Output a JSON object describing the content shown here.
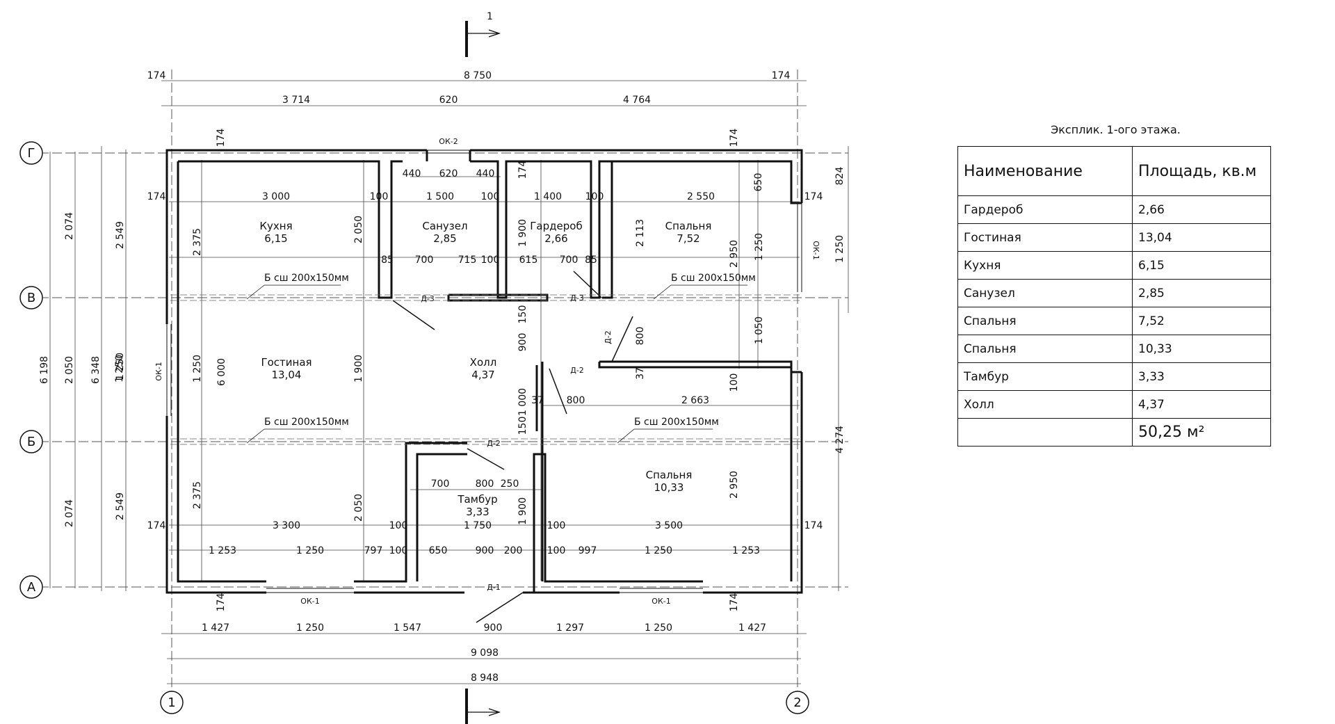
{
  "section_mark": "1",
  "axes": {
    "G": "Г",
    "V": "В",
    "B": "Б",
    "A": "А",
    "n1": "1",
    "n2": "2"
  },
  "rooms": {
    "kitchen": {
      "name": "Кухня",
      "area": "6,15"
    },
    "bath": {
      "name": "Санузел",
      "area": "2,85"
    },
    "wardrobe": {
      "name": "Гардероб",
      "area": "2,66"
    },
    "bedroom1": {
      "name": "Спальня",
      "area": "7,52"
    },
    "living": {
      "name": "Гостиная",
      "area": "13,04"
    },
    "hall": {
      "name": "Холл",
      "area": "4,37"
    },
    "tambur": {
      "name": "Тамбур",
      "area": "3,33"
    },
    "bedroom2": {
      "name": "Спальня",
      "area": "10,33"
    }
  },
  "beam_label": "Б сш 200x150мм",
  "marks": {
    "ok1": "ОК-1",
    "ok2": "ОК-2",
    "d1": "Д-1",
    "d2": "Д-2",
    "d3": "Д-3"
  },
  "dims": {
    "top_overall": "8 750",
    "t174": "174",
    "top_a": "3 714",
    "top_b": "620",
    "top_c": "4 764",
    "ok2_a": "440",
    "ok2_b": "620",
    "ok2_c": "440",
    "r1_a": "3 000",
    "r1_b": "100",
    "r1_c": "1 500",
    "r1_d": "100",
    "r1_e": "1 400",
    "r1_f": "100",
    "r1_g": "2 550",
    "r2_a": "85",
    "r2_b": "700",
    "r2_c": "715",
    "r2_d": "100",
    "r2_e": "615",
    "r2_f": "700",
    "r2_g": "85",
    "v2375": "2 375",
    "v2050": "2 050",
    "v1900": "1 900",
    "v2113": "2 113",
    "v2950": "2 950",
    "v650": "650",
    "v1250": "1 250",
    "v824": "824",
    "v150": "150",
    "v900": "900",
    "v800": "800",
    "v37": "37",
    "v1050": "1 050",
    "v100": "100",
    "v6000": "6 000",
    "v1000": "1 000",
    "v4274": "4 274",
    "m800": "800",
    "m2663": "2 663",
    "t_700": "700",
    "t_800": "800",
    "t_250": "250",
    "r3_a": "3 300",
    "r3_b": "100",
    "r3_c": "1 750",
    "r3_d": "100",
    "r3_e": "3 500",
    "r4_a": "1 253",
    "r4_b": "1 250",
    "r4_c": "797",
    "r4_d": "100",
    "r4_e": "650",
    "r4_f": "900",
    "r4_g": "200",
    "r4_h": "100",
    "r4_i": "997",
    "r4_j": "1 250",
    "r4_k": "1 253",
    "b_a": "1 427",
    "b_b": "1 250",
    "b_c": "1 547",
    "b_d": "900",
    "b_e": "1 297",
    "b_f": "1 250",
    "b_g": "1 427",
    "b_total1": "9 098",
    "b_total2": "8 948",
    "l2074": "2 074",
    "l2549": "2 549",
    "l2050": "2 050",
    "l1250": "1 250",
    "l6198": "6 198",
    "l6348": "6 348"
  },
  "explication": {
    "title": "Эксплик. 1-ого этажа.",
    "headers": [
      "Наименование",
      "Площадь, кв.м"
    ],
    "rows": [
      [
        "Гардероб",
        "2,66"
      ],
      [
        "Гостиная",
        "13,04"
      ],
      [
        "Кухня",
        "6,15"
      ],
      [
        "Санузел",
        "2,85"
      ],
      [
        "Спальня",
        "7,52"
      ],
      [
        "Спальня",
        "10,33"
      ],
      [
        "Тамбур",
        "3,33"
      ],
      [
        "Холл",
        "4,37"
      ]
    ],
    "total": "50,25 м²"
  }
}
